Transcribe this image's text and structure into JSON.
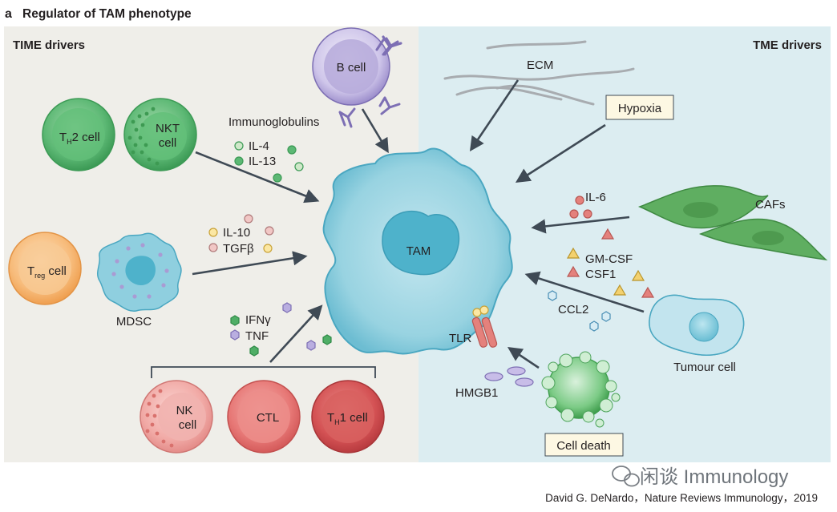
{
  "figure": {
    "panel_letter": "a",
    "title": "Regulator of TAM phenotype",
    "left_heading": "TIME drivers",
    "right_heading": "TME drivers"
  },
  "center": {
    "label": "TAM"
  },
  "cells": {
    "b_cell": "B cell",
    "th2_main": "T",
    "th2_sub": "H",
    "th2_rest": "2 cell",
    "nkt_line1": "NKT",
    "nkt_line2": "cell",
    "treg_main": "T",
    "treg_sub": "reg",
    "treg_rest": " cell",
    "mdsc": "MDSC",
    "nk_line1": "NK",
    "nk_line2": "cell",
    "ctl": "CTL",
    "th1_main": "T",
    "th1_sub": "H",
    "th1_rest": "1 cell",
    "cafs": "CAFs",
    "tumour": "Tumour cell"
  },
  "mediators": {
    "immunoglobulins": "Immunoglobulins",
    "il4": "IL-4",
    "il13": "IL-13",
    "il10": "IL-10",
    "tgfb": "TGFβ",
    "ifng": "IFNγ",
    "tnf": "TNF",
    "ecm": "ECM",
    "hypoxia": "Hypoxia",
    "il6": "IL-6",
    "gmcsf": "GM-CSF",
    "csf1": "CSF1",
    "ccl2": "CCL2",
    "tlr": "TLR",
    "hmgb1": "HMGB1",
    "cell_death": "Cell death"
  },
  "footer": {
    "watermark": "闲谈 Immunology",
    "citation": "David G. DeNardo，Nature Reviews Immunology，2019"
  },
  "colors": {
    "left_panel": "#efeee9",
    "right_panel": "#dcedf1",
    "tam_fill": "#8fcfdf",
    "arrow": "#3f4a55",
    "green_cell": "#52b06a",
    "orange_cell": "#f6b673",
    "red_cell": "#d95a5c",
    "b_cell": "#a99bd3",
    "caf": "#4f9e52",
    "tumour_fill": "#b9e1ec"
  }
}
